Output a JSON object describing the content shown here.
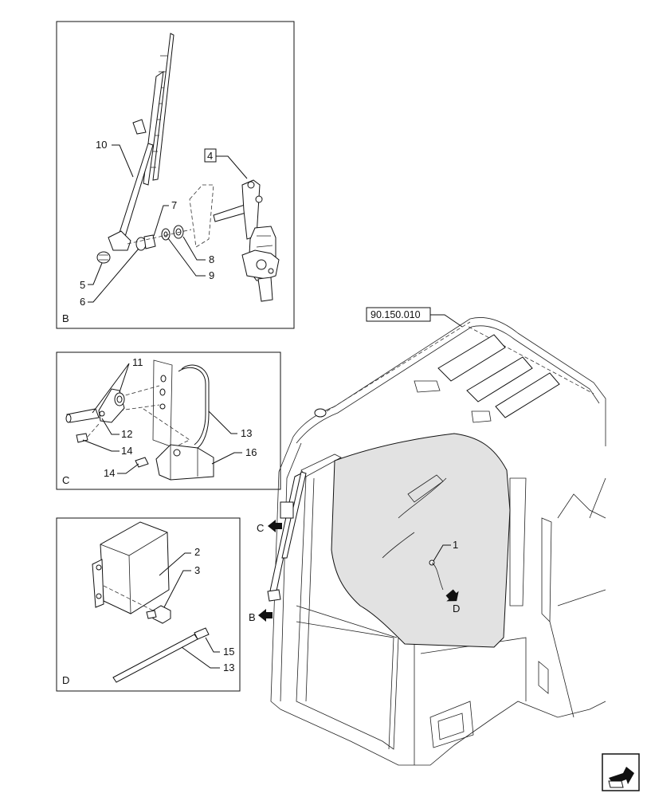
{
  "reference_code": "90.150.010",
  "panels": {
    "B": {
      "letter": "B",
      "callouts": {
        "boxed": "4",
        "c5": "5",
        "c6": "6",
        "c7": "7",
        "c8": "8",
        "c9": "9",
        "c10": "10"
      }
    },
    "C": {
      "letter": "C",
      "callouts": {
        "c11": "11",
        "c12": "12",
        "c13": "13",
        "c14a": "14",
        "c14b": "14",
        "c16": "16"
      }
    },
    "D": {
      "letter": "D",
      "callouts": {
        "c2": "2",
        "c3": "3",
        "c13": "13",
        "c15": "15"
      }
    }
  },
  "cab": {
    "callout_1": "1",
    "view_markers": {
      "b": "B",
      "c": "C",
      "d": "D"
    }
  },
  "nav_icon": "next-page-arrow-icon"
}
